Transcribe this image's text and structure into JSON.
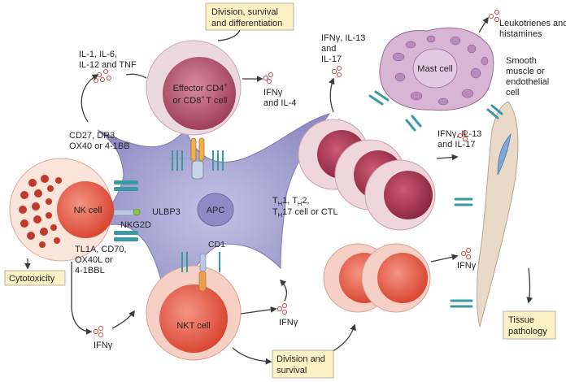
{
  "boxes": {
    "division_survival_differentiation": [
      "Division, survival",
      "and differentiation"
    ],
    "cytotoxicity": "Cytotoxicity",
    "division_survival": [
      "Division and",
      "survival"
    ],
    "tissue_pathology": [
      "Tissue",
      "pathology"
    ]
  },
  "cells": {
    "effector": [
      "Effector CD4",
      "or CD8",
      "T cell"
    ],
    "effector_superscripts": [
      "+",
      "+"
    ],
    "nk": "NK cell",
    "apc": "APC",
    "nkt": "NKT cell",
    "mast": "Mast cell",
    "smooth_muscle": [
      "Smooth",
      "muscle or",
      "endothelial",
      "cell"
    ]
  },
  "labels": {
    "il_top": [
      "IL-1, IL-6,",
      "IL-12 and TNF"
    ],
    "ifng_il4": [
      "IFNγ",
      "and IL-4"
    ],
    "costim_top": [
      "CD27, DR3,",
      "OX40 or 4-1BB"
    ],
    "nkg2d": "NKG2D",
    "ulbp3": "ULBP3",
    "costim_bottom": [
      "TL1A, CD70,",
      "OX40L or",
      "4-1BBL"
    ],
    "ifng_nk": "IFNγ",
    "cd1": "CD1",
    "ifng_nkt": "IFNγ",
    "th_subsets": "T",
    "th_line1": [
      "H",
      "1, T",
      "H",
      "2,"
    ],
    "th_line2": [
      "H",
      "17 cell or CTL"
    ],
    "ifng_mast": [
      "IFNγ, IL-13",
      "and IL-17"
    ],
    "leukotrienes": [
      "Leukotrienes and",
      "histamines"
    ],
    "ifng_smooth": [
      "IFNγ, IL-13",
      "and IL-17"
    ],
    "ifng_bottom": "IFNγ"
  },
  "colors": {
    "apc": "#a9a6d4",
    "effector_outer": "#ecd9e0",
    "effector_inner": "#b45a74",
    "nk_outer": "#fbe4da",
    "nk_inner": "#e9725e",
    "mast_outer": "#d8b5d4",
    "mast_granule": "#b98bbd",
    "th_outer": "#efd6dc",
    "th_inner": "#a8354f",
    "red_outer": "#f6cfc5",
    "red_inner": "#e35a44",
    "smooth": "#e9dac8",
    "smooth_nucleus": "#7ea7d6",
    "box_fill": "#fdf2c6",
    "receptor_teal": "#3a9aa3"
  }
}
